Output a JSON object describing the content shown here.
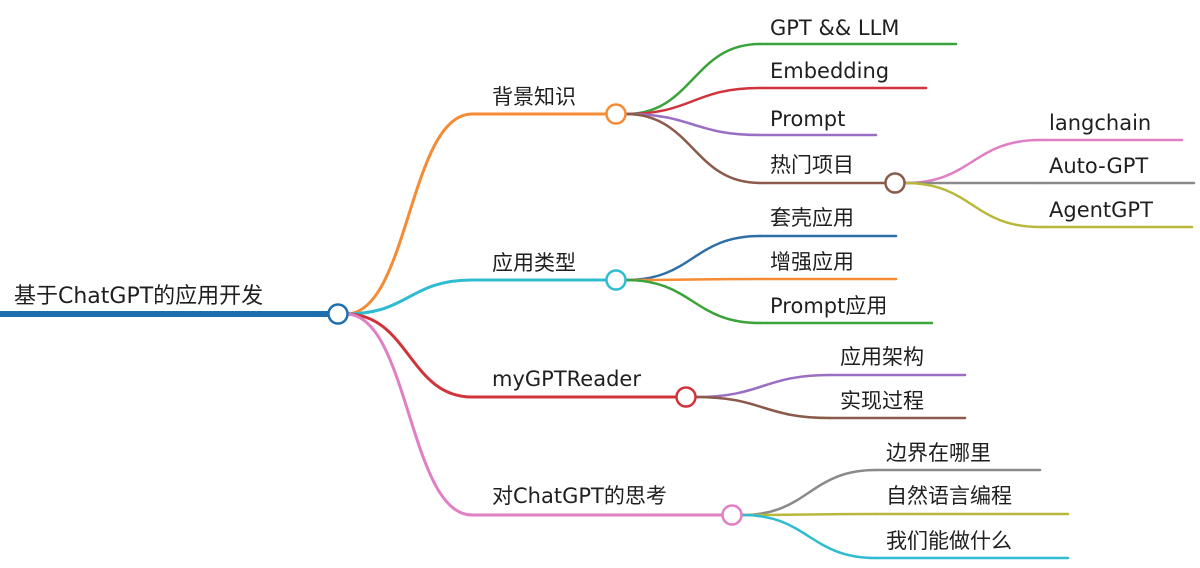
{
  "root": {
    "label": "基于ChatGPT的应用开发",
    "color": "#1e6fb0",
    "children": [
      {
        "label": "背景知识",
        "color": "#f58b34",
        "children": [
          {
            "label": "GPT && LLM",
            "color": "#3aa33a"
          },
          {
            "label": "Embedding",
            "color": "#d0343a"
          },
          {
            "label": "Prompt",
            "color": "#9a6fc3"
          },
          {
            "label": "热门项目",
            "color": "#8b5a4a",
            "children": [
              {
                "label": "langchain",
                "color": "#e07fc4"
              },
              {
                "label": "Auto-GPT",
                "color": "#8a8a8a"
              },
              {
                "label": "AgentGPT",
                "color": "#b8b83c"
              }
            ]
          }
        ]
      },
      {
        "label": "应用类型",
        "color": "#2fbcd0",
        "children": [
          {
            "label": "套壳应用",
            "color": "#2f6fa8"
          },
          {
            "label": "增强应用",
            "color": "#f58b34"
          },
          {
            "label": "Prompt应用",
            "color": "#3aa33a"
          }
        ]
      },
      {
        "label": "myGPTReader",
        "color": "#d0343a",
        "children": [
          {
            "label": "应用架构",
            "color": "#9a6fc3"
          },
          {
            "label": "实现过程",
            "color": "#8b5a4a"
          }
        ]
      },
      {
        "label": "对ChatGPT的思考",
        "color": "#e07fc4",
        "children": [
          {
            "label": "边界在哪里",
            "color": "#8a8a8a"
          },
          {
            "label": "自然语言编程",
            "color": "#b8b83c"
          },
          {
            "label": "我们能做什么",
            "color": "#2fbcd0"
          }
        ]
      }
    ]
  }
}
